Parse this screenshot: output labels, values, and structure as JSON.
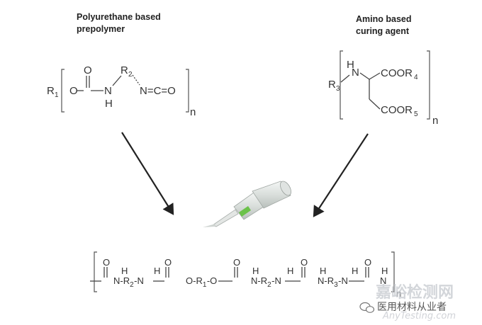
{
  "labels": {
    "left_title_line1": "Polyurethane based",
    "left_title_line2": "prepolymer",
    "right_title_line1": "Amino based",
    "right_title_line2": "curing agent"
  },
  "prepolymer": {
    "r1": "R",
    "r1_sub": "1",
    "o": "O",
    "carbonyl_o": "O",
    "n": "N",
    "h": "H",
    "r2": "R",
    "r2_sub": "2",
    "isocyanate": "N=C=O",
    "repeat": "n"
  },
  "curing_agent": {
    "h": "H",
    "n": "N",
    "r3": "R",
    "r3_sub": "3",
    "ester1": "COOR",
    "ester1_sub": "4",
    "ester2": "COOR",
    "ester2_sub": "5",
    "repeat": "n"
  },
  "product": {
    "chain_segments": [
      {
        "text": "N-R",
        "sub": "2",
        "tail": "-N"
      },
      {
        "text": "O-R",
        "sub": "1",
        "tail": "-O"
      },
      {
        "text": "N-R",
        "sub": "2",
        "tail": "-N"
      },
      {
        "text": "N-R",
        "sub": "3",
        "tail": "-N"
      }
    ],
    "o_label": "O",
    "h_label": "H",
    "repeat": "n"
  },
  "watermark": {
    "site": "嘉峪检测网",
    "url": "AnyTesting.com",
    "account": "医用材料从业者"
  }
}
